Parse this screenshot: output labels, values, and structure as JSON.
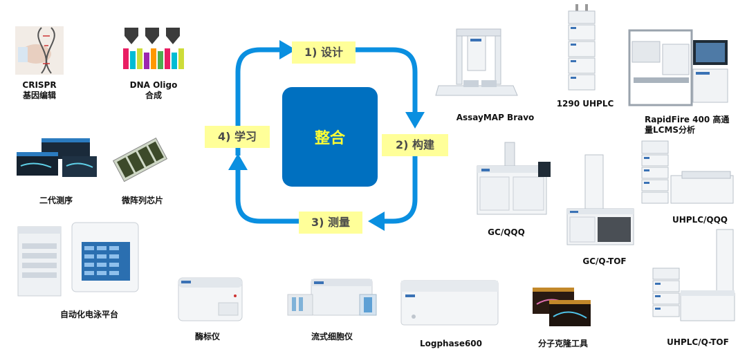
{
  "cycle": {
    "center": "整合",
    "steps": [
      "1) 设计",
      "2) 构建",
      "3) 测量",
      "4) 学习"
    ]
  },
  "products": [
    "CRISPR\n基因编辑",
    "DNA Oligo\n合成",
    "二代测序",
    "微阵列芯片",
    "自动化电泳平台",
    "酶标仪",
    "流式细胞仪",
    "Logphase600",
    "分子克隆工具",
    "AssayMAP Bravo",
    "1290 UHPLC",
    "RapidFire 400 高通\n量LCMS分析",
    "GC/QQQ",
    "GC/Q-TOF",
    "UHPLC/QQQ",
    "UHPLC/Q-TOF"
  ],
  "colors": {
    "cycle": "#0a8fe0",
    "center": "#0070c0",
    "center_text": "#ffff33",
    "step_bg": "#ffff99"
  },
  "icons": [
    "crispr-image",
    "oligo-image",
    "sequencing-image",
    "microarray-image",
    "electrophoresis-image",
    "plate-reader-image",
    "flow-cytometer-image",
    "logphase-image",
    "cloning-kit-image",
    "bravo-image",
    "uhplc-image",
    "rapidfire-image",
    "gc-qqq-image",
    "gc-qtof-image",
    "uhplc-qqq-image",
    "uhplc-qtof-image"
  ]
}
